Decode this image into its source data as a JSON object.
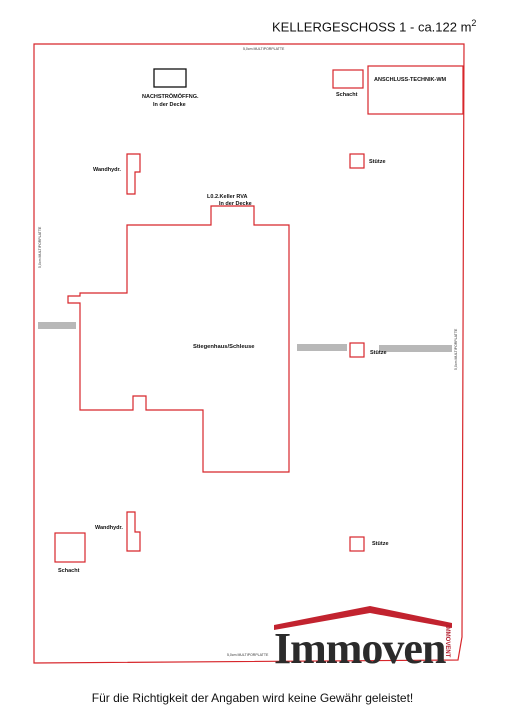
{
  "title": {
    "text": "KELLERGESCHOSS 1 - ca.122 m",
    "unit_sup": "2"
  },
  "labels": {
    "nachstrom_1": "NACHSTRÖMÖFFNG.",
    "nachstrom_2": "In der Decke",
    "schacht_top": "Schacht",
    "anschluss": "ANSCHLUSS-TECHNIK-WM",
    "wandhydr_top": "Wandhydr.",
    "stuetze_top": "Stütze",
    "lo_1": "L0.2.Keller  RVA",
    "lo_2": "In der Decke",
    "stiegenhaus": "Stiegenhaus/Schleuse",
    "stuetze_mid": "Stütze",
    "wandhydr_bottom": "Wandhydr.",
    "schacht_bottom": "Schacht",
    "stuetze_bottom": "Stütze",
    "wall_top": "5,0cm MULTIPORPLATTE",
    "wall_left": "5,0cm MULTIPORPLATTE",
    "wall_right": "5,0cm MULTIPORPLATTE",
    "wall_bottom": "5,0cm MULTIPORPLATTE"
  },
  "logo": {
    "word": "Immoven",
    "side": "IMMOVENT",
    "roof_color": "#c2232f",
    "text_color": "#2b2b2b"
  },
  "disclaimer": "Für die Richtigkeit der Angaben wird keine Gewähr geleistet!",
  "colors": {
    "wall": "#d7262b",
    "gray_bar": "#b8b8b8"
  }
}
